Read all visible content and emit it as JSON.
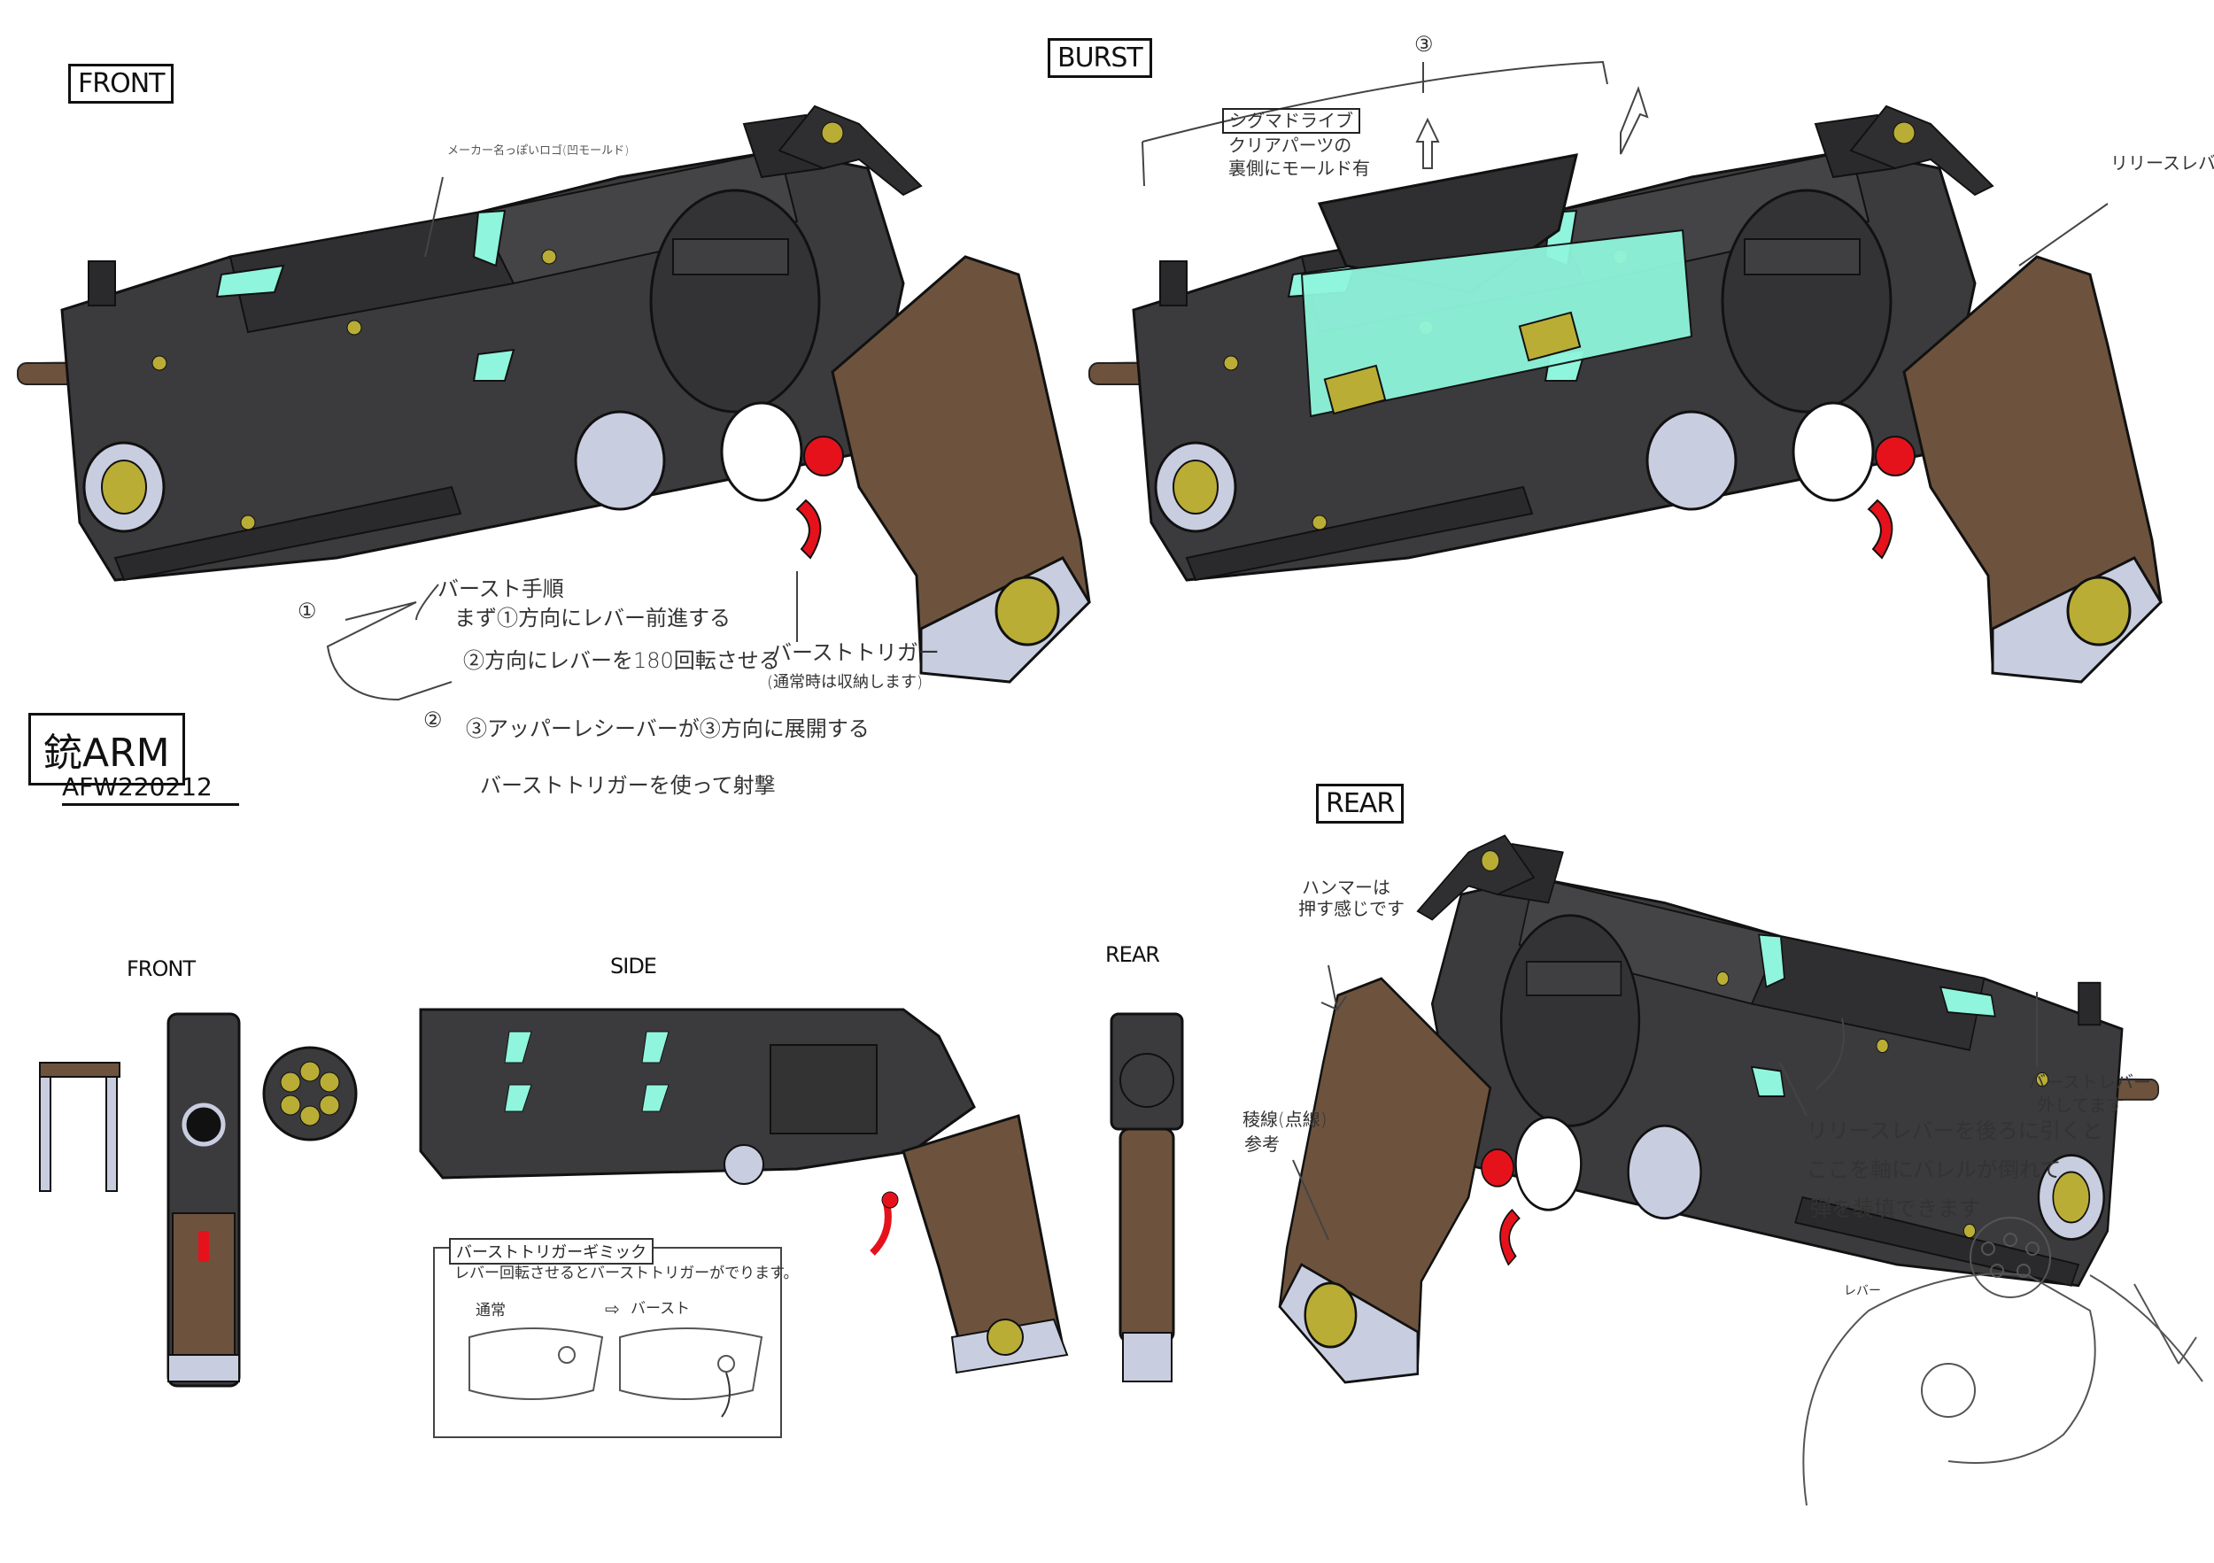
{
  "sheet": {
    "title": "銃ARM",
    "code": "AFW220212"
  },
  "labels": {
    "front_main": "FRONT",
    "burst": "BURST",
    "rear_main": "REAR",
    "front_small": "FRONT",
    "side_small": "SIDE",
    "rear_small": "REAR"
  },
  "notes": {
    "logo_note": "メーカー名っぽいロゴ(凹モールド)",
    "burst_steps_title": "バースト手順",
    "step1": "まず①方向にレバー前進する",
    "step2": "②方向にレバーを180回転させる",
    "step3": "③アッパーレシーバーが③方向に展開する",
    "step4": "バーストトリガーを使って射撃",
    "marker1": "①",
    "marker2": "②",
    "marker3": "③",
    "burst_trigger": "バーストトリガー",
    "burst_trigger_sub": "(通常時は収納します)",
    "sigma_drive": "シグマドライブ",
    "clear_parts_1": "クリアパーツの",
    "clear_parts_2": "裏側にモールド有",
    "release_lever": "リリースレバー",
    "hammer_1": "ハンマーは",
    "hammer_2": "押す感じです",
    "ridge_1": "稜線(点線)",
    "ridge_2": "参考",
    "burst_lever_1": "バーストレバー",
    "burst_lever_2": "外してます",
    "release_desc_1": "リリースレバーを後ろに引くと",
    "release_desc_2": "ここを軸にバレルが倒れて",
    "release_desc_3": "弾を装填できます",
    "lever_sketch": "レバー"
  },
  "gimmick": {
    "title": "バーストトリガーギミック",
    "desc": "レバー回転させるとバーストトリガーがでります。",
    "normal": "通常",
    "arrow": "⇨",
    "burst": "バースト"
  },
  "colors": {
    "body": "#3b3b3d",
    "accent_cyan": "#8ff5dc",
    "grip": "#6d533d",
    "brass": "#b9ad36",
    "silver": "#c9cde0",
    "trigger": "#e5121c"
  }
}
